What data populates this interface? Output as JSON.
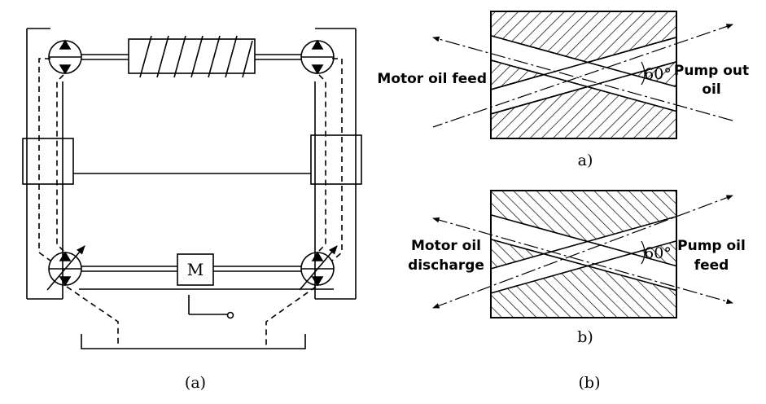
{
  "left_diagram": {
    "caption": "(a)",
    "motor_label": "M"
  },
  "right_diagram": {
    "caption": "(b)",
    "sub_a": {
      "caption": "a)",
      "left_label": "Motor oil feed",
      "right_label_line1": "Pump out",
      "right_label_line2": "oil",
      "angle": "60°"
    },
    "sub_b": {
      "caption": "b)",
      "left_label_line1": "Motor oil",
      "left_label_line2": "discharge",
      "right_label_line1": "Pump oil",
      "right_label_line2": "feed",
      "angle": "60°"
    }
  }
}
